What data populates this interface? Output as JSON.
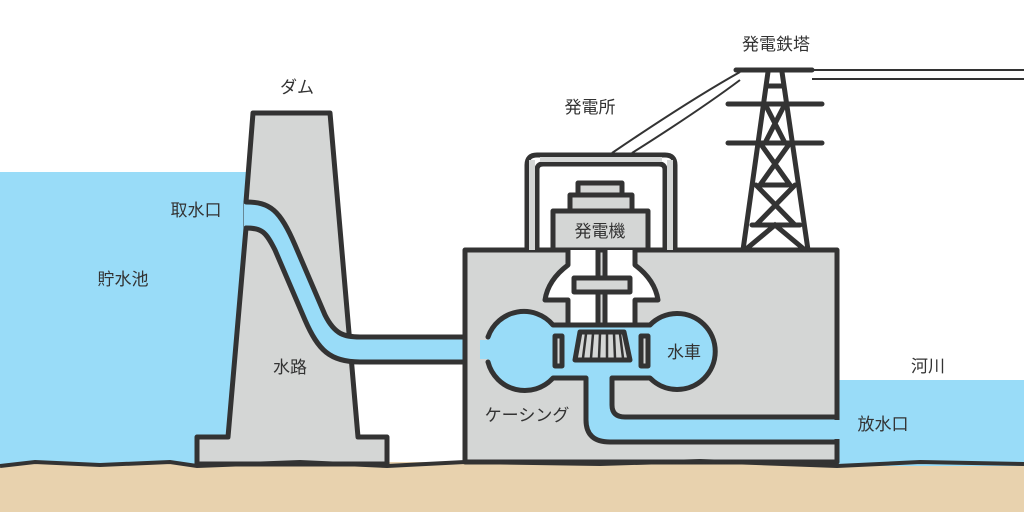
{
  "labels": {
    "dam": "ダム",
    "power_station": "発電所",
    "transmission_tower": "発電鉄塔",
    "intake": "取水口",
    "reservoir": "貯水池",
    "waterway": "水路",
    "generator": "発電機",
    "water_turbine": "水車",
    "casing": "ケーシング",
    "river": "河川",
    "outlet": "放水口"
  },
  "colors": {
    "water": "#99dcf8",
    "concrete": "#d4d6d5",
    "outline": "#333333",
    "ground": "#e8d2ae"
  }
}
